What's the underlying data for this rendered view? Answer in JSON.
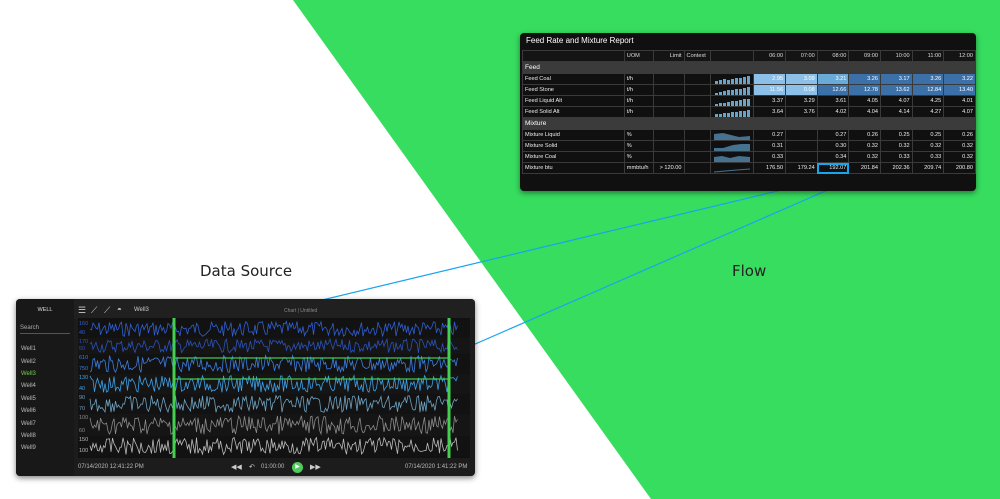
{
  "colors": {
    "green_bg": "#37dd5f",
    "accent_line": "#16a6ee",
    "marker_green": "#43d04f"
  },
  "captions": {
    "data_source": "Data Source",
    "flow": "Flow"
  },
  "report": {
    "title": "Feed Rate and Mixture Report",
    "columns": [
      "",
      "UOM",
      "Limit",
      "Context",
      "",
      "06:00",
      "07:00",
      "08:00",
      "09:00",
      "10:00",
      "11:00",
      "12:00"
    ],
    "sections": [
      {
        "name": "Feed",
        "rows": [
          {
            "label": "Feed Coal",
            "uom": "t/h",
            "limit": "",
            "values": [
              "2.95",
              "3.09",
              "3.21",
              "3.26",
              "3.17",
              "3.26",
              "3.22"
            ]
          },
          {
            "label": "Feed Stone",
            "uom": "t/h",
            "limit": "",
            "values": [
              "11.56",
              "0.08",
              "12.66",
              "12.78",
              "13.62",
              "12.84",
              "13.40"
            ]
          },
          {
            "label": "Feed Liquid Alt",
            "uom": "t/h",
            "limit": "",
            "values": [
              "3.37",
              "3.29",
              "3.61",
              "4.05",
              "4.07",
              "4.25",
              "4.01"
            ]
          },
          {
            "label": "Feed Solid Alt",
            "uom": "t/h",
            "limit": "",
            "values": [
              "3.64",
              "3.76",
              "4.02",
              "4.04",
              "4.14",
              "4.27",
              "4.07"
            ]
          }
        ]
      },
      {
        "name": "Mixture",
        "rows": [
          {
            "label": "Mixture Liquid",
            "uom": "%",
            "limit": "",
            "values": [
              "0.27",
              "",
              "0.27",
              "0.26",
              "0.25",
              "0.25",
              "0.26"
            ]
          },
          {
            "label": "Mixture Solid",
            "uom": "%",
            "limit": "",
            "values": [
              "0.31",
              "",
              "0.30",
              "0.32",
              "0.32",
              "0.32",
              "0.32"
            ]
          },
          {
            "label": "Mixture Coal",
            "uom": "%",
            "limit": "",
            "values": [
              "0.33",
              "",
              "0.34",
              "0.32",
              "0.33",
              "0.33",
              "0.32"
            ]
          },
          {
            "label": "Mixture btu",
            "uom": "mmbtu/h",
            "limit": "> 120.00",
            "values": [
              "176.50",
              "179.24",
              "192.07",
              "201.84",
              "202.36",
              "209.74",
              "200.80"
            ]
          }
        ]
      }
    ]
  },
  "data_source": {
    "header": "WELL",
    "search_placeholder": "Search",
    "wells": [
      "Well1",
      "Well2",
      "Well3",
      "Well4",
      "Well5",
      "Well6",
      "Well7",
      "Well8",
      "Well9"
    ],
    "active_well": "Well3",
    "toolbar": {
      "selected_well": "Well3",
      "chart_title": "Chart | Untitled"
    },
    "axis_labels": [
      [
        "160",
        "40"
      ],
      [
        "170",
        "50"
      ],
      [
        "610",
        "750"
      ],
      [
        "130",
        "40"
      ],
      [
        "90",
        "70"
      ],
      [
        "100",
        "60"
      ],
      [
        "150",
        "100"
      ]
    ],
    "footer": {
      "start_time": "07/14/2020 12:41:22 PM",
      "end_time": "07/14/2020 1:41:22 PM",
      "duration": "01:00:00"
    }
  }
}
